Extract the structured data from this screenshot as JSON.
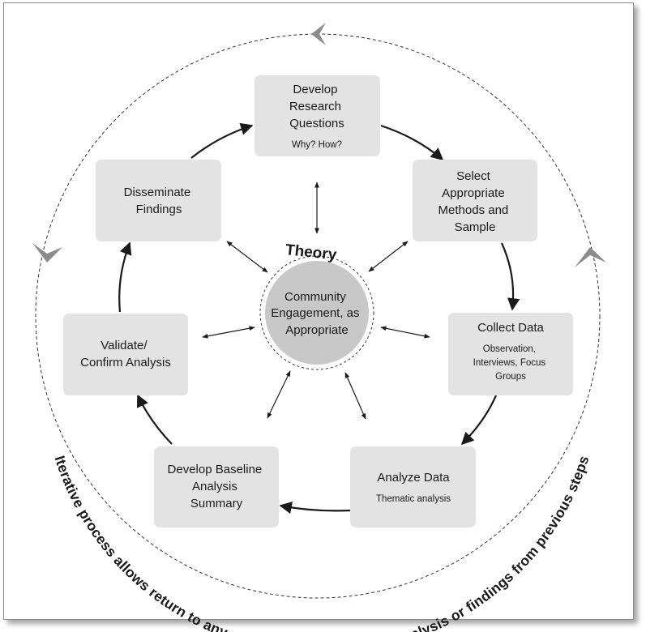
{
  "theory_label": "Theory",
  "center": {
    "lines": [
      "Community",
      "Engagement, as",
      "Appropriate"
    ]
  },
  "steps": [
    {
      "id": "develop-research-questions",
      "lines": [
        "Develop",
        "Research",
        "Questions"
      ],
      "sub": [
        "Why? How?"
      ]
    },
    {
      "id": "select-methods",
      "lines": [
        "Select",
        "Appropriate",
        "Methods and",
        "Sample"
      ],
      "sub": []
    },
    {
      "id": "collect-data",
      "lines": [
        "Collect Data"
      ],
      "sub": [
        "Observation,",
        "Interviews, Focus",
        "Groups"
      ]
    },
    {
      "id": "analyze-data",
      "lines": [
        "Analyze Data"
      ],
      "sub": [
        "Thematic analysis"
      ]
    },
    {
      "id": "develop-baseline",
      "lines": [
        "Develop Baseline",
        "Analysis",
        "Summary"
      ],
      "sub": []
    },
    {
      "id": "validate-analysis",
      "lines": [
        "Validate/",
        "Confirm Analysis"
      ],
      "sub": []
    },
    {
      "id": "disseminate-findings",
      "lines": [
        "Disseminate",
        "Findings"
      ],
      "sub": []
    }
  ],
  "iterative_caption": "Iterative process allows return to any previous step, based on analysis or findings from previous steps",
  "colors": {
    "box": "#e3e3e3",
    "center_circle": "#c8c8c8",
    "chevron": "#8c8c8c",
    "line": "#1a1a1a"
  }
}
